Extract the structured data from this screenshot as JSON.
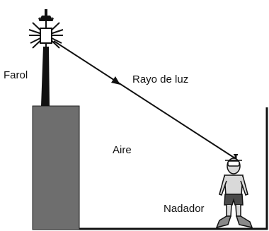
{
  "labels": {
    "lighthouse": "Farol",
    "ray": "Rayo de luz",
    "air": "Aire",
    "swimmer": "Nadador"
  },
  "colors": {
    "line": "#111111",
    "tower": "#111111",
    "pier": "#6e6e6e",
    "skin": "#d9d9d9",
    "shorts": "#4a4a4a",
    "fins": "#8a8a8a"
  }
}
